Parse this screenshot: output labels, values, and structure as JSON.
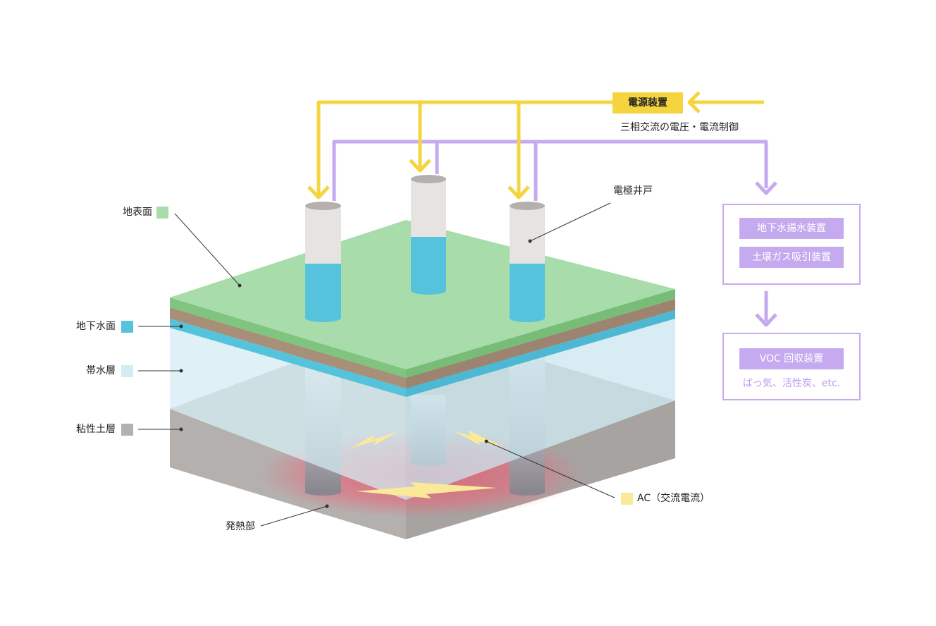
{
  "power": {
    "device_label": "電源装置",
    "control_label": "三相交流の電圧・電流制御"
  },
  "electrode_label": "電極井戸",
  "layers": {
    "surface": {
      "label": "地表面",
      "color": "#a8dcaa"
    },
    "groundwater": {
      "label": "地下水面",
      "color": "#56c3dd"
    },
    "aquifer": {
      "label": "帯水層",
      "color": "#d3ecf3"
    },
    "clay": {
      "label": "粘性土層",
      "color": "#b4b0ae"
    }
  },
  "heating_label": "発熱部",
  "ac_legend": {
    "label": "AC（交流電流）",
    "color": "#fbe99a"
  },
  "treatment": {
    "pumping": "地下水揚水装置",
    "gas_suction": "土壌ガス吸引装置",
    "voc": "VOC 回収装置",
    "methods": "ばっ気、活性炭、etc."
  },
  "colors": {
    "power_line": "#f5d53f",
    "extraction_line": "#c6aaf0",
    "heat_zone": "#e05a6e"
  }
}
